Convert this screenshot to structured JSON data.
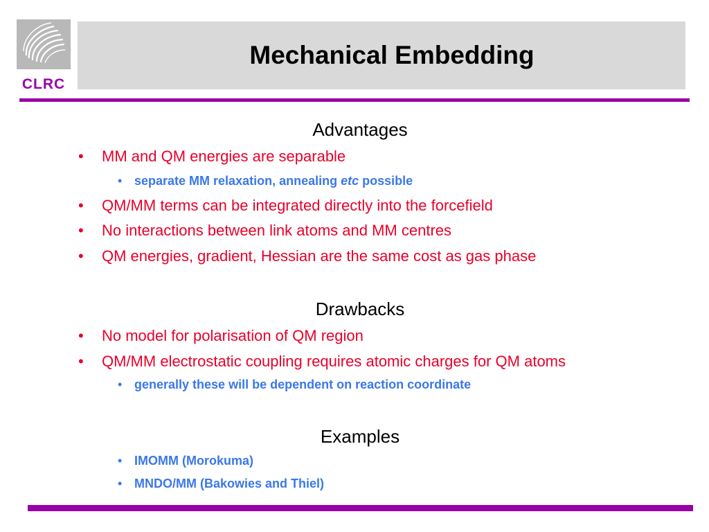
{
  "header": {
    "title": "Mechanical Embedding",
    "logo_text": "CLRC"
  },
  "colors": {
    "accent_rule": "#9900a8",
    "level1_text": "#e8002a",
    "level2_text": "#3a78e8",
    "title_band": "#d9d9d9"
  },
  "sections": {
    "advantages": {
      "heading": "Advantages",
      "items": [
        "MM and QM energies are separable",
        "QM/MM terms can be integrated directly into the forcefield",
        "No interactions between link atoms and MM centres",
        "QM energies, gradient, Hessian are the same cost as gas phase"
      ],
      "sub_item": {
        "before": "separate MM relaxation, annealing ",
        "italic": "etc",
        "after": " possible"
      }
    },
    "drawbacks": {
      "heading": "Drawbacks",
      "items": [
        "No model for polarisation of QM region",
        "QM/MM electrostatic coupling requires atomic charges for QM atoms"
      ],
      "sub_item": "generally these will be dependent on reaction coordinate"
    },
    "examples": {
      "heading": "Examples",
      "items": [
        "IMOMM (Morokuma)",
        "MNDO/MM (Bakowies and Thiel)"
      ]
    }
  },
  "bullet_glyph": "•"
}
